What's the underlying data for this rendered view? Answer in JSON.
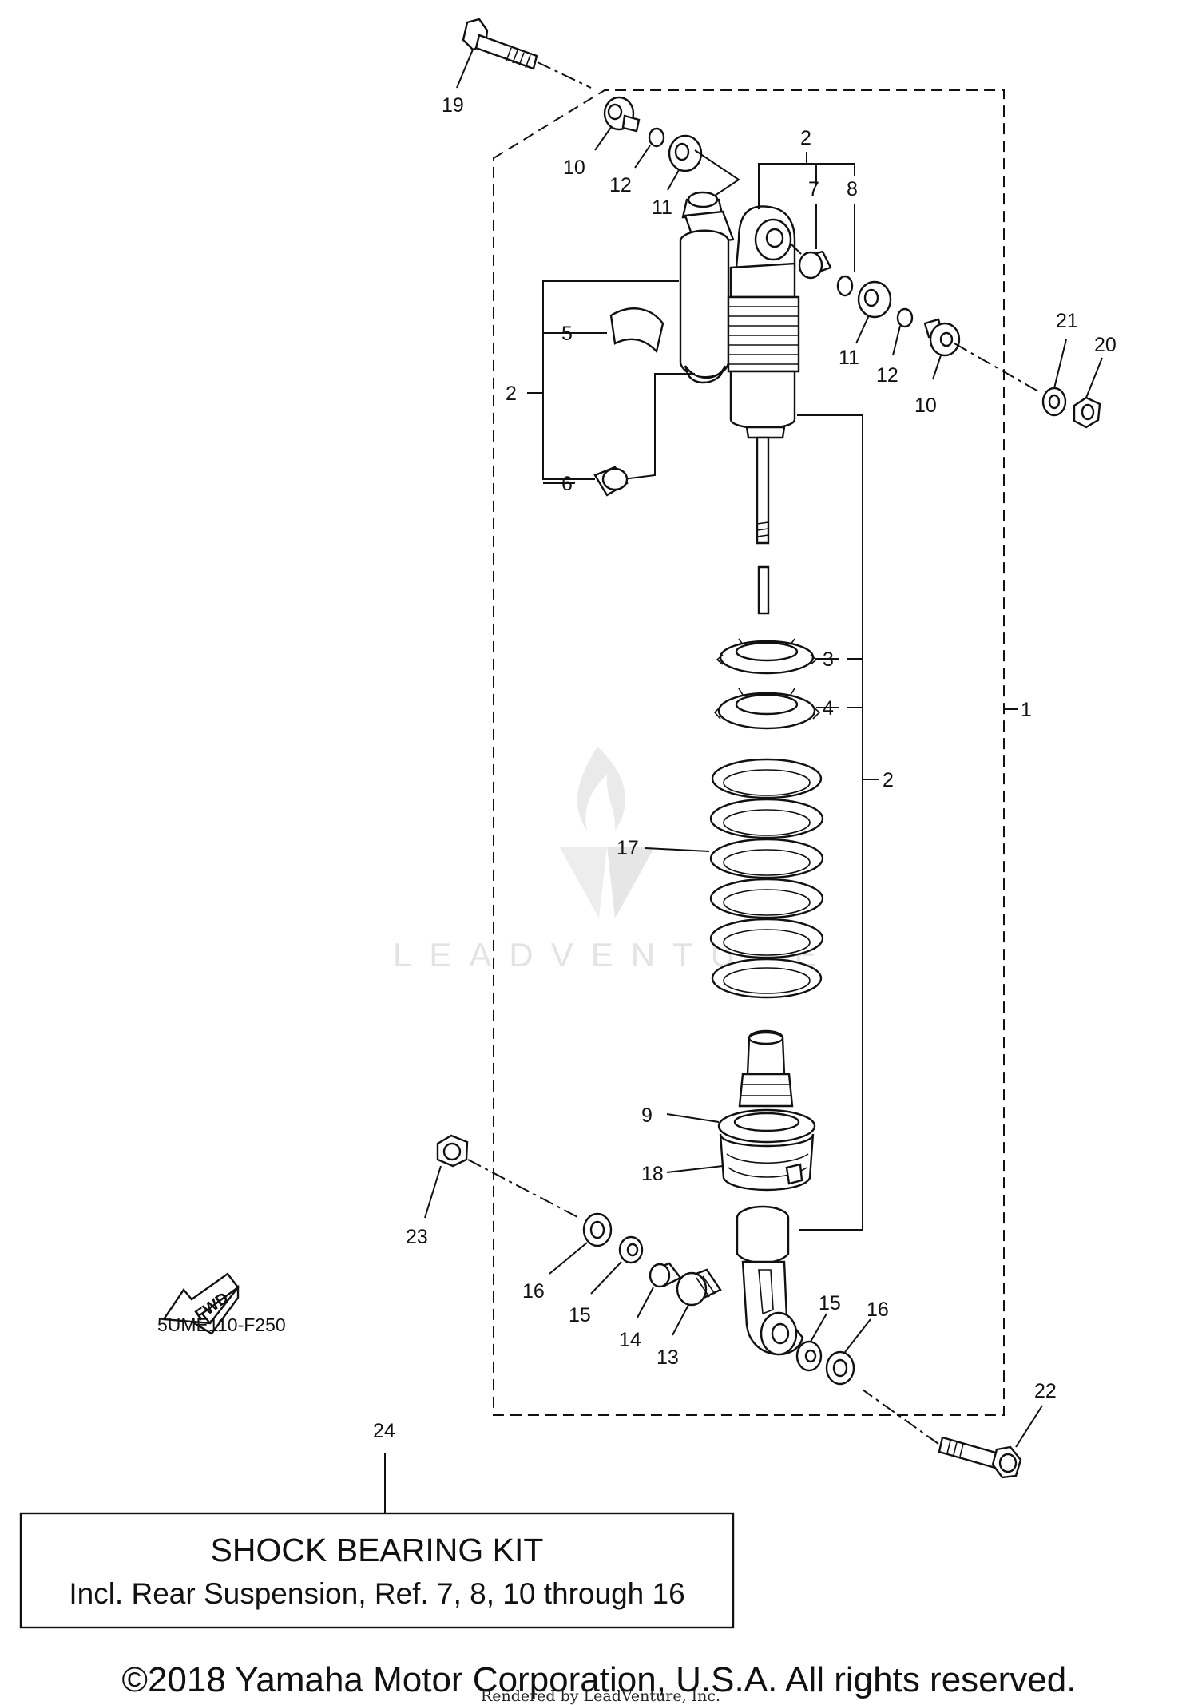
{
  "diagram": {
    "drawing_code": "5UME110-F250",
    "fwd_label": "FWD",
    "watermark": "LEADVENTURE",
    "callouts": {
      "c1": "1",
      "c2a": "2",
      "c2b": "2",
      "c2c": "2",
      "c3": "3",
      "c4": "4",
      "c5": "5",
      "c6": "6",
      "c7": "7",
      "c8": "8",
      "c9": "9",
      "c10a": "10",
      "c10b": "10",
      "c11a": "11",
      "c11b": "11",
      "c12a": "12",
      "c12b": "12",
      "c13": "13",
      "c14": "14",
      "c15a": "15",
      "c15b": "15",
      "c16a": "16",
      "c16b": "16",
      "c17": "17",
      "c18": "18",
      "c19": "19",
      "c20": "20",
      "c21": "21",
      "c22": "22",
      "c23": "23",
      "c24": "24"
    }
  },
  "kit_box": {
    "title": "SHOCK BEARING KIT",
    "description": "Incl. Rear Suspension, Ref. 7, 8, 10 through 16"
  },
  "footer": {
    "copyright": "©2018 Yamaha Motor Corporation, U.S.A. All rights reserved.",
    "rendered_by": "Rendered by LeadVenture, Inc."
  },
  "colors": {
    "line": "#111111",
    "watermark": "#e3e3e3",
    "background": "#ffffff"
  }
}
